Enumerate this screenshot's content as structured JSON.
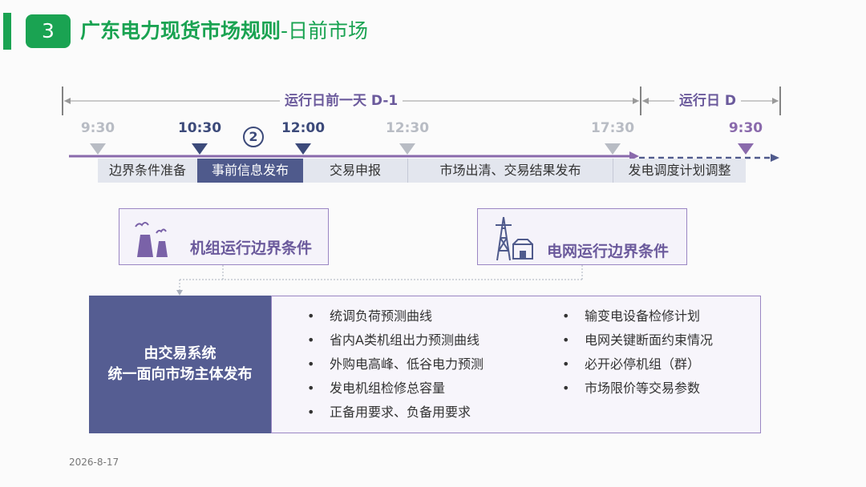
{
  "header": {
    "section_number": "3",
    "title": "广东电力现货市场规则",
    "separator": "-",
    "subtitle": "日前市场"
  },
  "timeline": {
    "span_before_label": "运行日前一天 D-1",
    "span_day_label": "运行日 D",
    "times": [
      "9:30",
      "10:30",
      "12:00",
      "12:30",
      "17:30",
      "9:30"
    ],
    "step_marker": "②",
    "segments": [
      "边界条件准备",
      "事前信息发布",
      "交易申报",
      "市场出清、交易结果发布",
      "发电调度计划调整"
    ]
  },
  "cards": {
    "unit_boundary": "机组运行边界条件",
    "grid_boundary": "电网运行边界条件"
  },
  "release": {
    "line1": "由交易系统",
    "line2": "统一面向市场主体发布",
    "bullet": "•",
    "left_items": [
      "统调负荷预测曲线",
      "省内A类机组出力预测曲线",
      "外购电高峰、低谷电力预测",
      "发电机组检修总容量",
      "正备用要求、负备用要求"
    ],
    "right_items": [
      "输变电设备检修计划",
      "电网关键断面约束情况",
      "必开必停机组（群）",
      "市场限价等交易参数"
    ]
  },
  "colors": {
    "green": "#1aa352",
    "navy": "#4f5a8c",
    "purple": "#8a6aac",
    "grey": "#b8bcc4"
  },
  "footer": {
    "date": "2026-8-17"
  }
}
